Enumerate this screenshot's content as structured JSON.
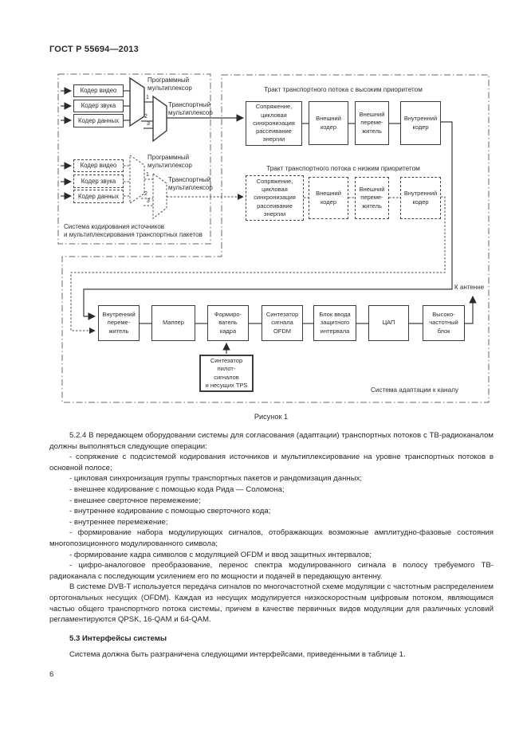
{
  "header": {
    "title": "ГОСТ Р 55694—2013"
  },
  "figure": {
    "caption": "Рисунок 1",
    "source_system": {
      "label": "Система кодирования источников\nи мультиплексирования транспортных пакетов",
      "groups": [
        {
          "encoders": [
            "Кодер видео",
            "Кодер звука",
            "Кодер данных"
          ],
          "program_mux": "Программный\nмультиплексор",
          "transport_mux": "Транспортный\nмультиплексор",
          "inputs": [
            "1",
            "2",
            "3"
          ]
        },
        {
          "encoders": [
            "Кодер видео",
            "Кодер звука",
            "Кодер данных"
          ],
          "program_mux": "Программный\nмультиплексор",
          "transport_mux": "Транспортный\nмультиплексор",
          "inputs": [
            "1",
            "2",
            "3"
          ]
        }
      ]
    },
    "adaptation_system": {
      "label": "Система адаптации к каналу",
      "antenna_label": "К антенне",
      "tracts": [
        {
          "title": "Тракт транспортного потока с высоким приоритетом",
          "boxes": [
            "Сопряжение,\nцикловая\nсинхронизация\nрассеивание\nэнергии",
            "Внешний\nкодер",
            "Внешний\nпереме-\nжитель",
            "Внутренний\nкодер"
          ]
        },
        {
          "title": "Тракт транспортного потока с низким приоритетом",
          "boxes": [
            "Сопряжение,\nцикловая\nсинхронизация\nрассеивание\nэнергии",
            "Внешний\nкодер",
            "Внешний\nпереме-\nжитель",
            "Внутренний\nкодер"
          ]
        }
      ],
      "chain": [
        "Внутренний\nпереме-\nжитель",
        "Маппер",
        "Формиро-\nватель\nкадра",
        "Синтезатор\nсигнала\nOFDM",
        "Блок ввода\nзащитного\nинтервала",
        "ЦАП",
        "Высоко-\nчастотный\nблок"
      ],
      "pilot_box": "Синтезатор\nпилот-\nсигналов\nи несущих TPS"
    }
  },
  "body": {
    "para_524": "5.2.4  В передающем оборудовании системы для согласования (адаптации) транспортных потоков с ТВ-радиоканалом должны выполняться следующие операции:",
    "bullets": [
      "- сопряжение с подсистемой кодирования источников и мультиплексирование на уровне транспортных потоков в основной полосе;",
      "- цикловая синхронизация группы транспортных пакетов и рандомизация данных;",
      "- внешнее кодирование с помощью кода Рида — Соломона;",
      "- внешнее сверточное перемежение;",
      "- внутреннее кодирование с помощью сверточного кода;",
      "- внутреннее перемежение;",
      "- формирование набора модулирующих сигналов, отображающих возможные амплитудно-фазовые состояния многопозиционного модулированного символа;",
      "- формирование кадра символов с модуляцией OFDM и ввод защитных интервалов;",
      "- цифро-аналоговое преобразование, перенос спектра модулированного сигнала в полосу требуемого ТВ-радиоканала с последующим усилением его по мощности и подачей в передающую антенну."
    ],
    "para_dvbt": "В системе DVB-T используется передача сигналов по многочастотной схеме модуляции с частотным распределением ортогональных несущих (OFDM). Каждая из несущих модулируется низкоскоростным цифровым потоком, являющимся частью общего транспортного потока системы, причем в качестве первичных видов модуляции для различных условий регламентируются QPSK, 16-QAM и 64-QAM.",
    "heading_53": "5.3  Интерфейсы системы",
    "para_53": "Система должна быть разграничена следующими интерфейсами, приведенными в таблице 1."
  },
  "footer": {
    "page_number": "6"
  }
}
